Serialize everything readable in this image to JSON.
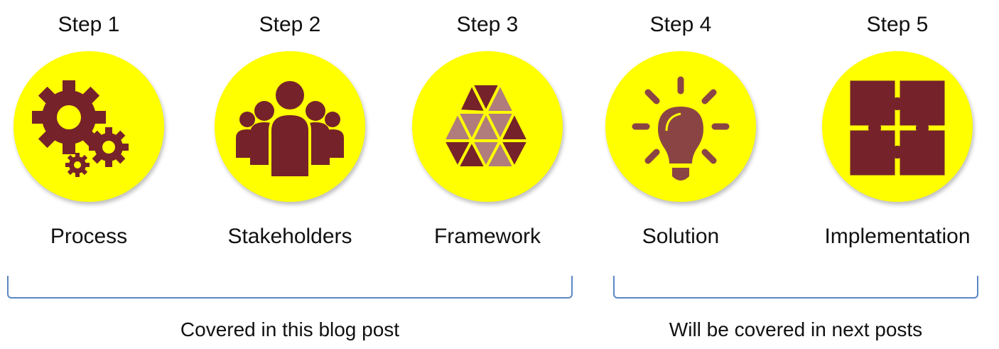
{
  "colors": {
    "circle": "#ffff00",
    "icon_dark": "#76222a",
    "icon_light": "#b07c7c",
    "bracket": "#5b87c5"
  },
  "steps": [
    {
      "title": "Step 1",
      "label": "Process",
      "icon": "gears-icon"
    },
    {
      "title": "Step 2",
      "label": "Stakeholders",
      "icon": "people-icon"
    },
    {
      "title": "Step 3",
      "label": "Framework",
      "icon": "triangles-icon"
    },
    {
      "title": "Step 4",
      "label": "Solution",
      "icon": "lightbulb-icon"
    },
    {
      "title": "Step 5",
      "label": "Implementation",
      "icon": "puzzle-icon"
    }
  ],
  "groups": [
    {
      "label": "Covered in this blog post"
    },
    {
      "label": "Will be covered in next posts"
    }
  ]
}
